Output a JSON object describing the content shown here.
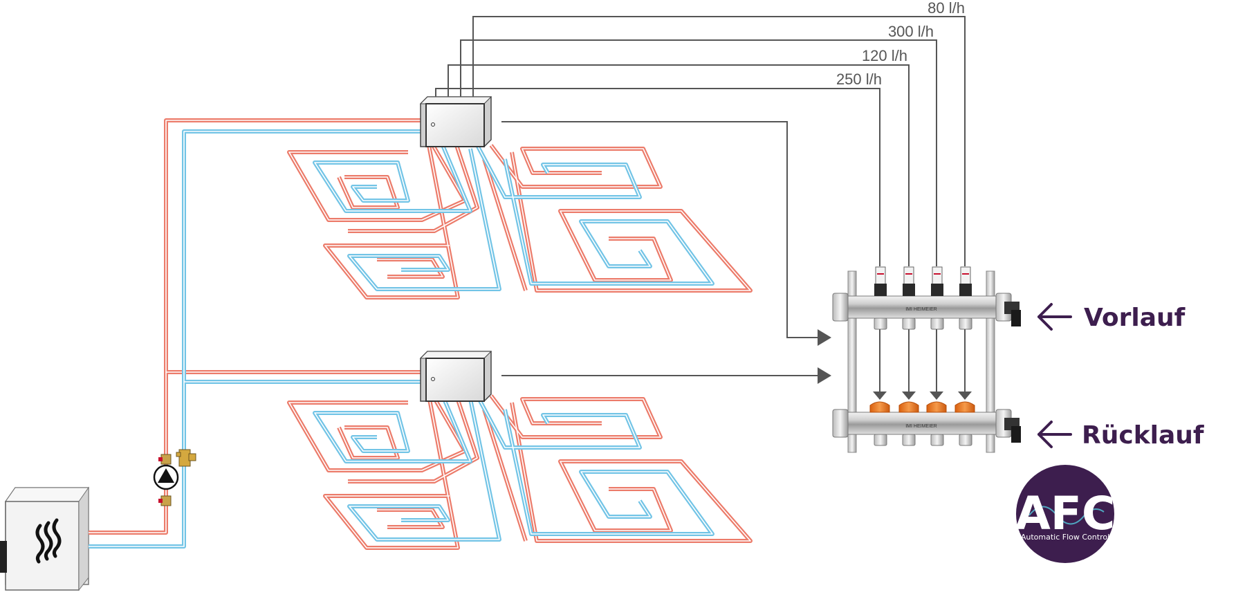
{
  "flow_rates": [
    "80 l/h",
    "300 l/h",
    "120 l/h",
    "250 l/h"
  ],
  "labels": {
    "supply": "Vorlauf",
    "return": "Rücklauf"
  },
  "badge": {
    "abbr": "AFC",
    "name": "Automatic Flow Control"
  },
  "manifold_brand": "IMI HEIMEIER",
  "colors": {
    "supply_pipe": "#ec7b6a",
    "return_pipe": "#72c4e6",
    "signal_line": "#555555",
    "brand_purple": "#3d1e4e",
    "valve_orange": "#ee7a1f"
  }
}
